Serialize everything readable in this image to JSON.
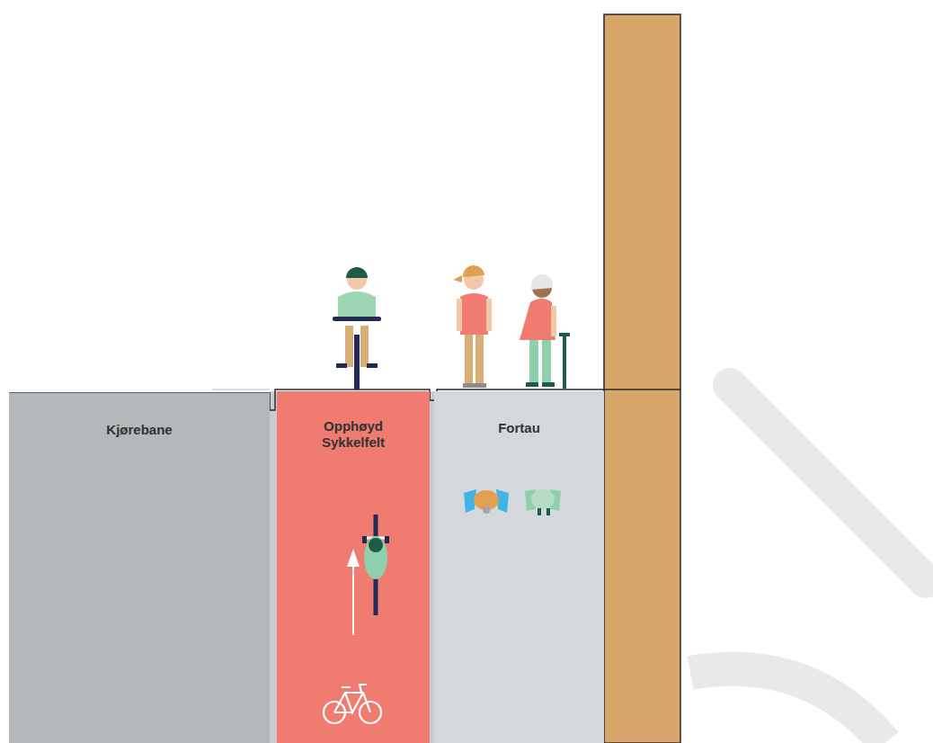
{
  "diagram": {
    "nodes": [
      {
        "text": [
          "Kjørebane"
        ]
      },
      {
        "text": [
          "Opphøyd Sykkelfelt"
        ]
      },
      {
        "text": [
          "Fortau"
        ]
      }
    ]
  }
}
